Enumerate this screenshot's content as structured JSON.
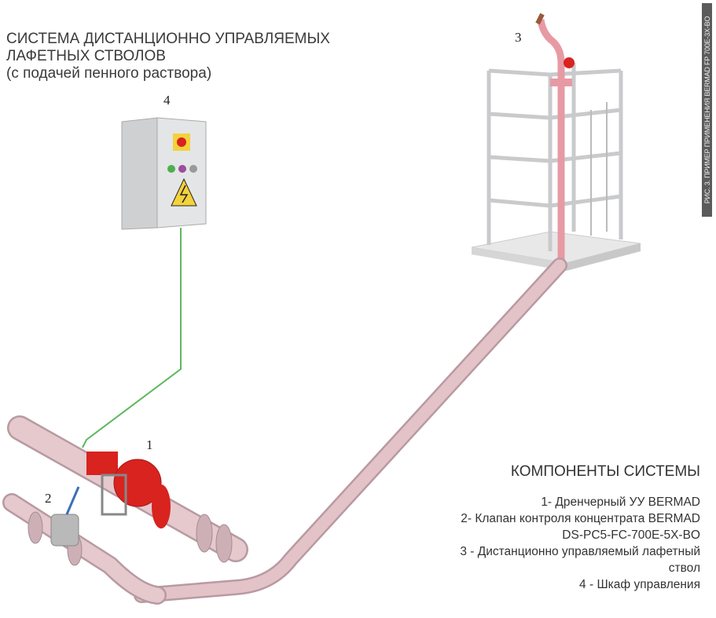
{
  "title": {
    "line1": "СИСТЕМА ДИСТАНЦИОННО УПРАВЛЯЕМЫХ",
    "line2": "ЛАФЕТНЫХ СТВОЛОВ",
    "line3": "(с подачей пенного раствора)"
  },
  "side_caption": "РИС. 3. ПРИМЕР ПРИМЕНЕНИЯ BERMAD FP 700E-3X-BO",
  "callouts": {
    "c1": "1",
    "c2": "2",
    "c3": "3",
    "c4": "4"
  },
  "components": {
    "heading": "КОМПОНЕНТЫ СИСТЕМЫ",
    "items": [
      "1- Дренчерный УУ BERMAD",
      "2- Клапан контроля концентрата BERMAD",
      "DS-PC5-FC-700E-5X-BO",
      "3 - Дистанционно управляемый лафетный",
      "ствол",
      "4 - Шкаф управления"
    ]
  },
  "colors": {
    "pipe": "#e3c3c8",
    "valve": "#d8231f",
    "cable": "#5cb85c",
    "frame": "#c9cacc"
  }
}
